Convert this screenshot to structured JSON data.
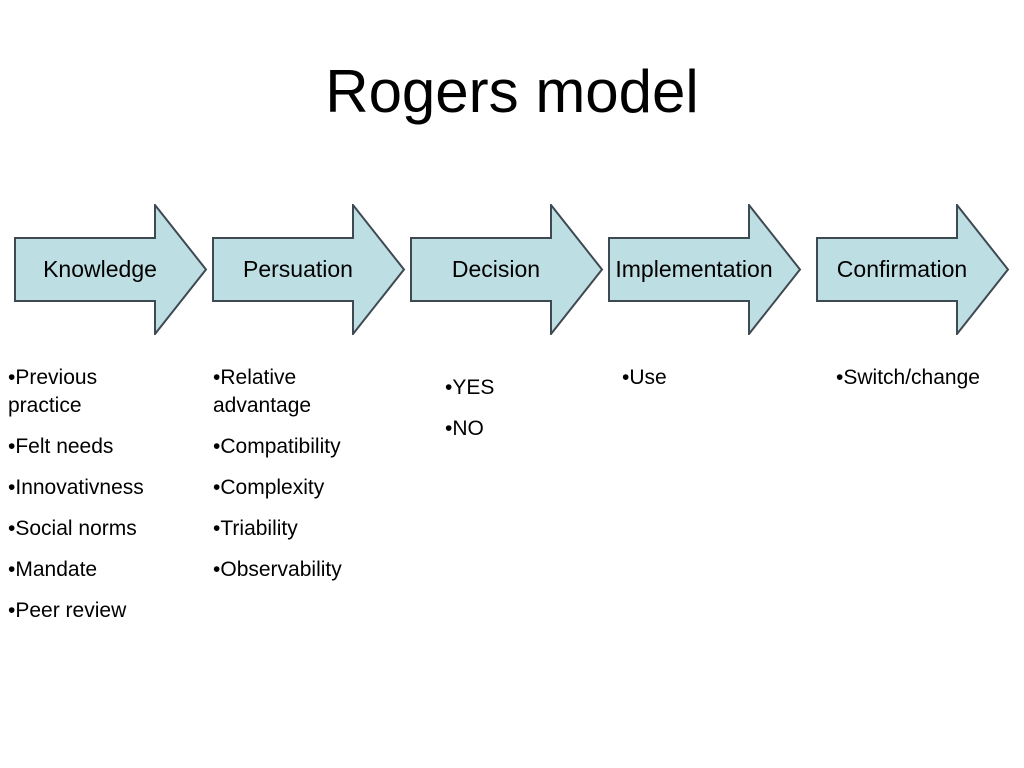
{
  "title": "Rogers model",
  "colors": {
    "background": "#ffffff",
    "text": "#000000",
    "arrow_fill": "#bddee3",
    "arrow_border": "#3f4952"
  },
  "stages": [
    {
      "label": "Knowledge",
      "items": [
        "Previous practice",
        "Felt needs",
        "Innovativness",
        "Social norms",
        "Mandate",
        "Peer review"
      ]
    },
    {
      "label": "Persuation",
      "items": [
        "Relative advantage",
        "Compatibility",
        "Complexity",
        "Triability",
        "Observability"
      ]
    },
    {
      "label": "Decision",
      "items": [
        "YES",
        "NO"
      ]
    },
    {
      "label": "Implementation",
      "items": [
        "Use"
      ]
    },
    {
      "label": "Confirmation",
      "items": [
        "Switch/change"
      ]
    }
  ]
}
